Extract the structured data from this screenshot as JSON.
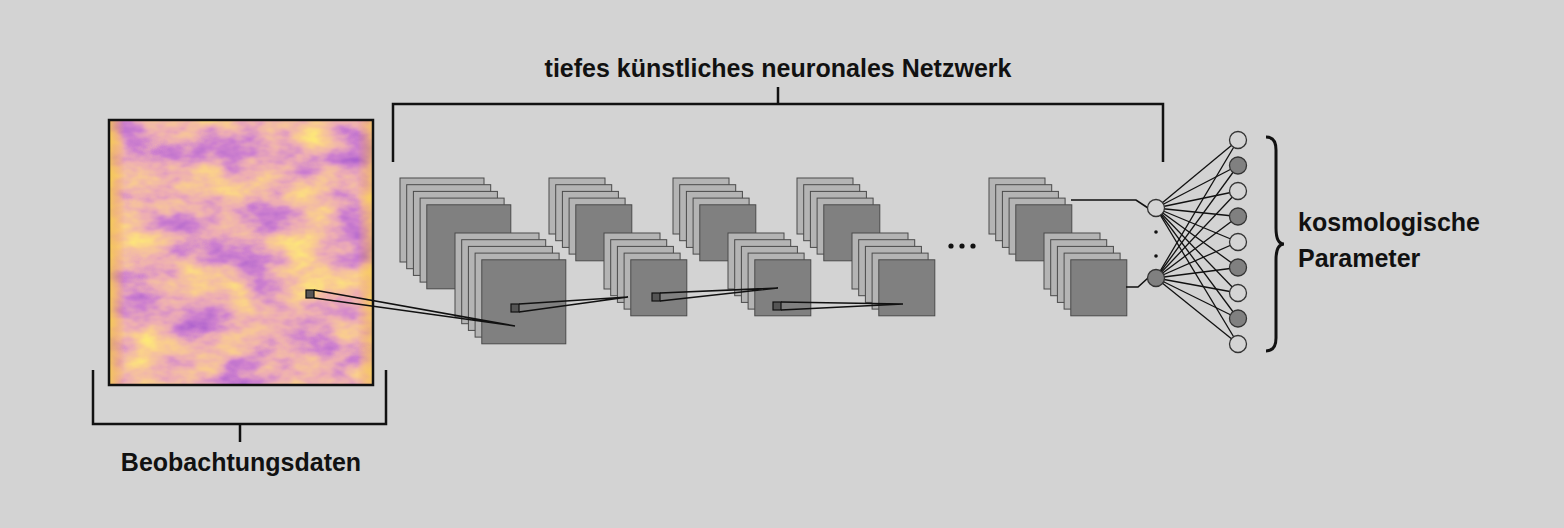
{
  "diagram": {
    "labels": [
      "tiefes künstliches neuronales Netzwerk",
      "Beobachtungsdaten",
      "kosmologische Parameter"
    ]
  }
}
